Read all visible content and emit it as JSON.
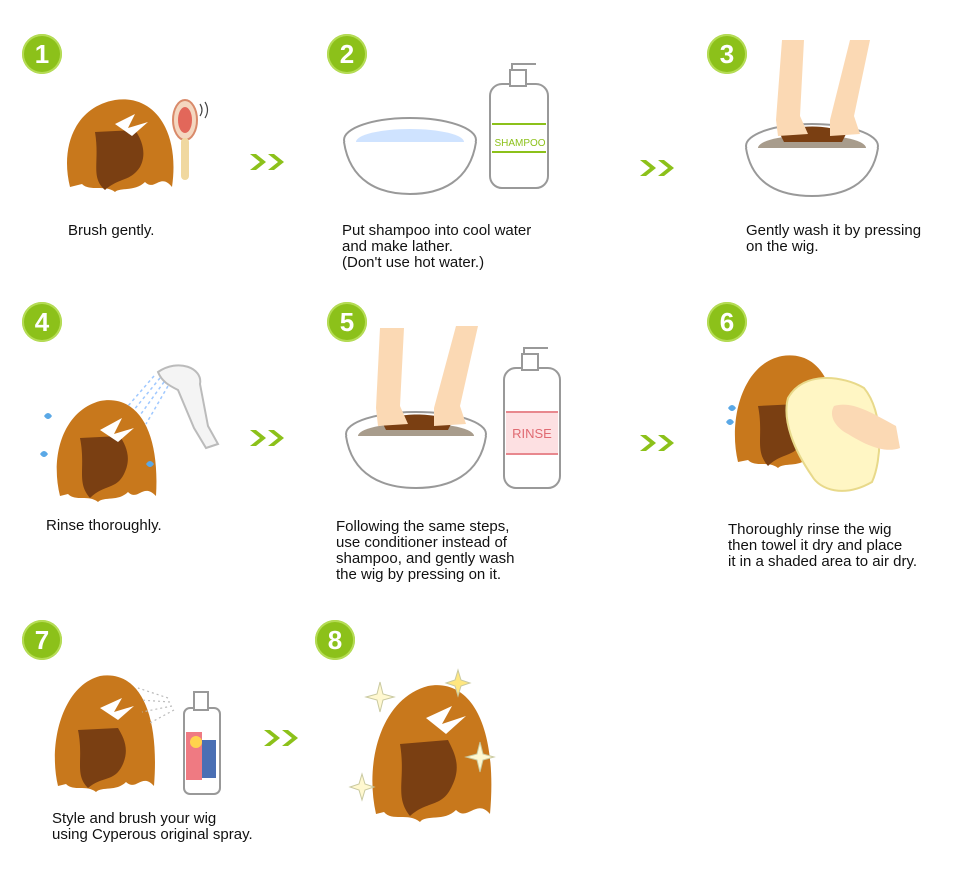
{
  "steps": [
    {
      "number": "1",
      "caption": "Brush gently."
    },
    {
      "number": "2",
      "caption": "Put shampoo into cool water\nand make lather.\n(Don't use hot water.)"
    },
    {
      "number": "3",
      "caption": "Gently wash it by pressing\non the wig."
    },
    {
      "number": "4",
      "caption": "Rinse thoroughly."
    },
    {
      "number": "5",
      "caption": "Following the same steps,\nuse conditioner instead of\nshampoo, and gently wash\nthe wig by pressing on it."
    },
    {
      "number": "6",
      "caption": "Thoroughly rinse the wig\nthen towel it dry and place\nit in a shaded area to air dry."
    },
    {
      "number": "7",
      "caption": "Style and brush your wig\nusing Cyperous original spray."
    },
    {
      "number": "8",
      "caption": ""
    }
  ],
  "labels": {
    "shampoo": "SHAMPOO",
    "rinse": "RINSE"
  },
  "colors": {
    "badge": "#8cc11a",
    "arrow": "#8cc11a",
    "hair": "#c8781c",
    "hair_dark": "#7a3f12",
    "skin": "#fbd9b4",
    "water": "#cfe3ff",
    "towel": "#fff6c4"
  }
}
